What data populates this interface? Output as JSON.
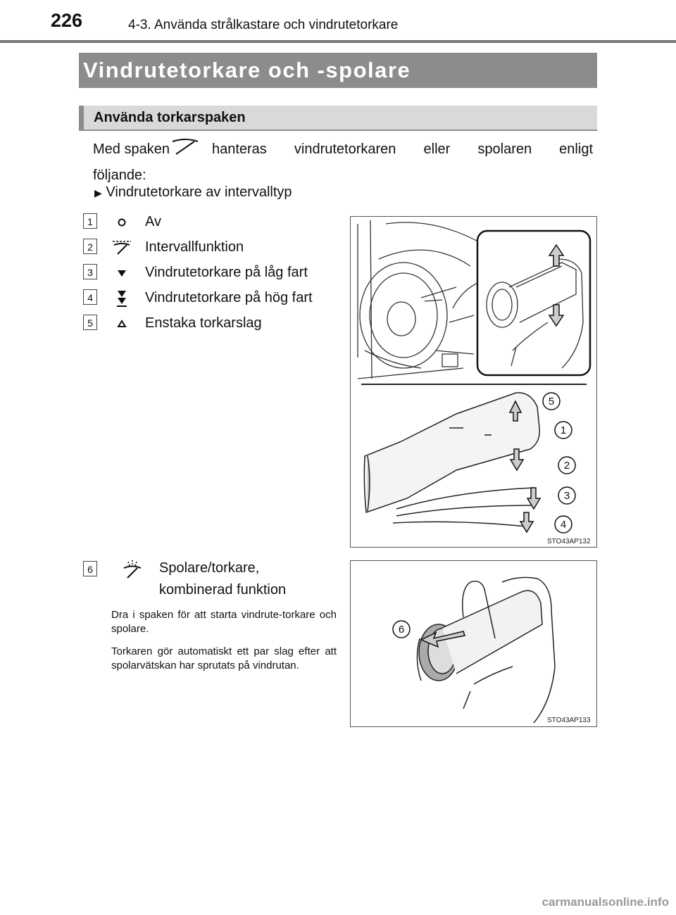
{
  "header": {
    "page_number": "226",
    "section": "4-3. Använda strålkastare och vindrutetorkare"
  },
  "title": "Vindrutetorkare och -spolare",
  "subtitle": "Använda torkarspaken",
  "intro": {
    "part1": "Med spaken",
    "part2": "hanteras vindrutetorkaren eller spolaren enligt",
    "part3": "följande:"
  },
  "bullet": "Vindrutetorkare av intervalltyp",
  "items": [
    {
      "num": "1",
      "label": "Av",
      "icon": "off-circle-icon"
    },
    {
      "num": "2",
      "label": "Intervallfunktion",
      "icon": "intermittent-wiper-icon"
    },
    {
      "num": "3",
      "label": "Vindrutetorkare på låg fart",
      "icon": "single-triangle-down-icon"
    },
    {
      "num": "4",
      "label": "Vindrutetorkare på hög fart",
      "icon": "double-triangle-down-icon"
    },
    {
      "num": "5",
      "label": "Enstaka torkarslag",
      "icon": "triangle-up-outline-icon"
    }
  ],
  "item6": {
    "num": "6",
    "label_line1": "Spolare/torkare,",
    "label_line2": "kombinerad funktion",
    "icon": "washer-wiper-icon"
  },
  "notes": [
    "Dra i spaken för att starta vindrute-torkare och spolare.",
    "Torkaren gör automatiskt ett par slag efter att spolarvätskan har sprutats på vindrutan."
  ],
  "figures": {
    "fig1_id": "STO43AP132",
    "fig2_id": "STO43AP133",
    "fig1_callouts": [
      "5",
      "1",
      "2",
      "3",
      "4"
    ],
    "fig2_callouts": [
      "6"
    ]
  },
  "watermark": "carmanualsonline.info"
}
